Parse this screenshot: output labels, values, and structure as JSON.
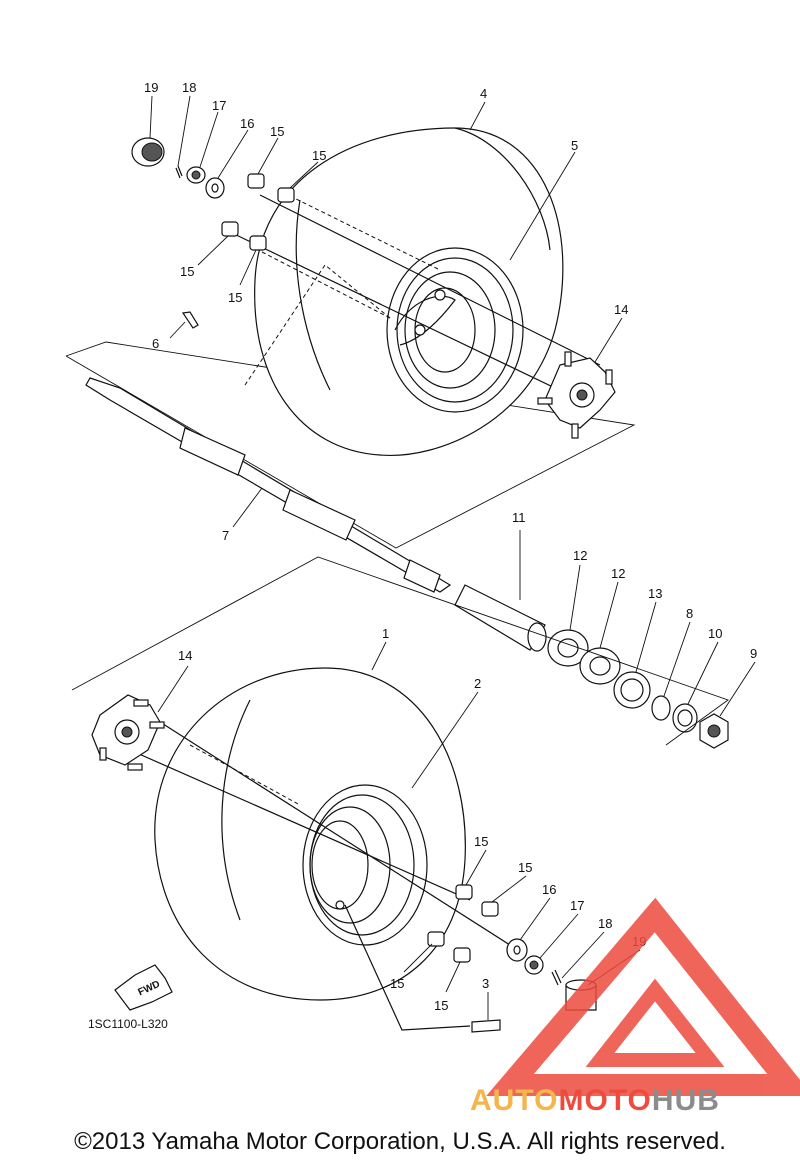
{
  "diagram_code": "1SC1100-L320",
  "copyright": "©2013 Yamaha Motor Corporation, U.S.A. All rights reserved.",
  "fwd_label": "FWD",
  "logo": {
    "part1": "AUTO",
    "part2": "MOTO",
    "part3": "HUB",
    "color_orange": "#f5b54a",
    "color_red": "#ee4b3e",
    "color_gray": "#8c8c8c"
  },
  "callouts": [
    {
      "id": "c19a",
      "text": "19"
    },
    {
      "id": "c18a",
      "text": "18"
    },
    {
      "id": "c17a",
      "text": "17"
    },
    {
      "id": "c16a",
      "text": "16"
    },
    {
      "id": "c15a",
      "text": "15"
    },
    {
      "id": "c15b",
      "text": "15"
    },
    {
      "id": "c15c",
      "text": "15"
    },
    {
      "id": "c15d",
      "text": "15"
    },
    {
      "id": "c4",
      "text": "4"
    },
    {
      "id": "c5",
      "text": "5"
    },
    {
      "id": "c14a",
      "text": "14"
    },
    {
      "id": "c6",
      "text": "6"
    },
    {
      "id": "c7",
      "text": "7"
    },
    {
      "id": "c11",
      "text": "11"
    },
    {
      "id": "c12a",
      "text": "12"
    },
    {
      "id": "c12b",
      "text": "12"
    },
    {
      "id": "c13",
      "text": "13"
    },
    {
      "id": "c8",
      "text": "8"
    },
    {
      "id": "c10",
      "text": "10"
    },
    {
      "id": "c9",
      "text": "9"
    },
    {
      "id": "c1",
      "text": "1"
    },
    {
      "id": "c2",
      "text": "2"
    },
    {
      "id": "c14b",
      "text": "14"
    },
    {
      "id": "c15e",
      "text": "15"
    },
    {
      "id": "c15f",
      "text": "15"
    },
    {
      "id": "c16b",
      "text": "16"
    },
    {
      "id": "c17b",
      "text": "17"
    },
    {
      "id": "c18b",
      "text": "18"
    },
    {
      "id": "c19b",
      "text": "19"
    },
    {
      "id": "c15g",
      "text": "15"
    },
    {
      "id": "c15h",
      "text": "15"
    },
    {
      "id": "c3",
      "text": "3"
    }
  ]
}
